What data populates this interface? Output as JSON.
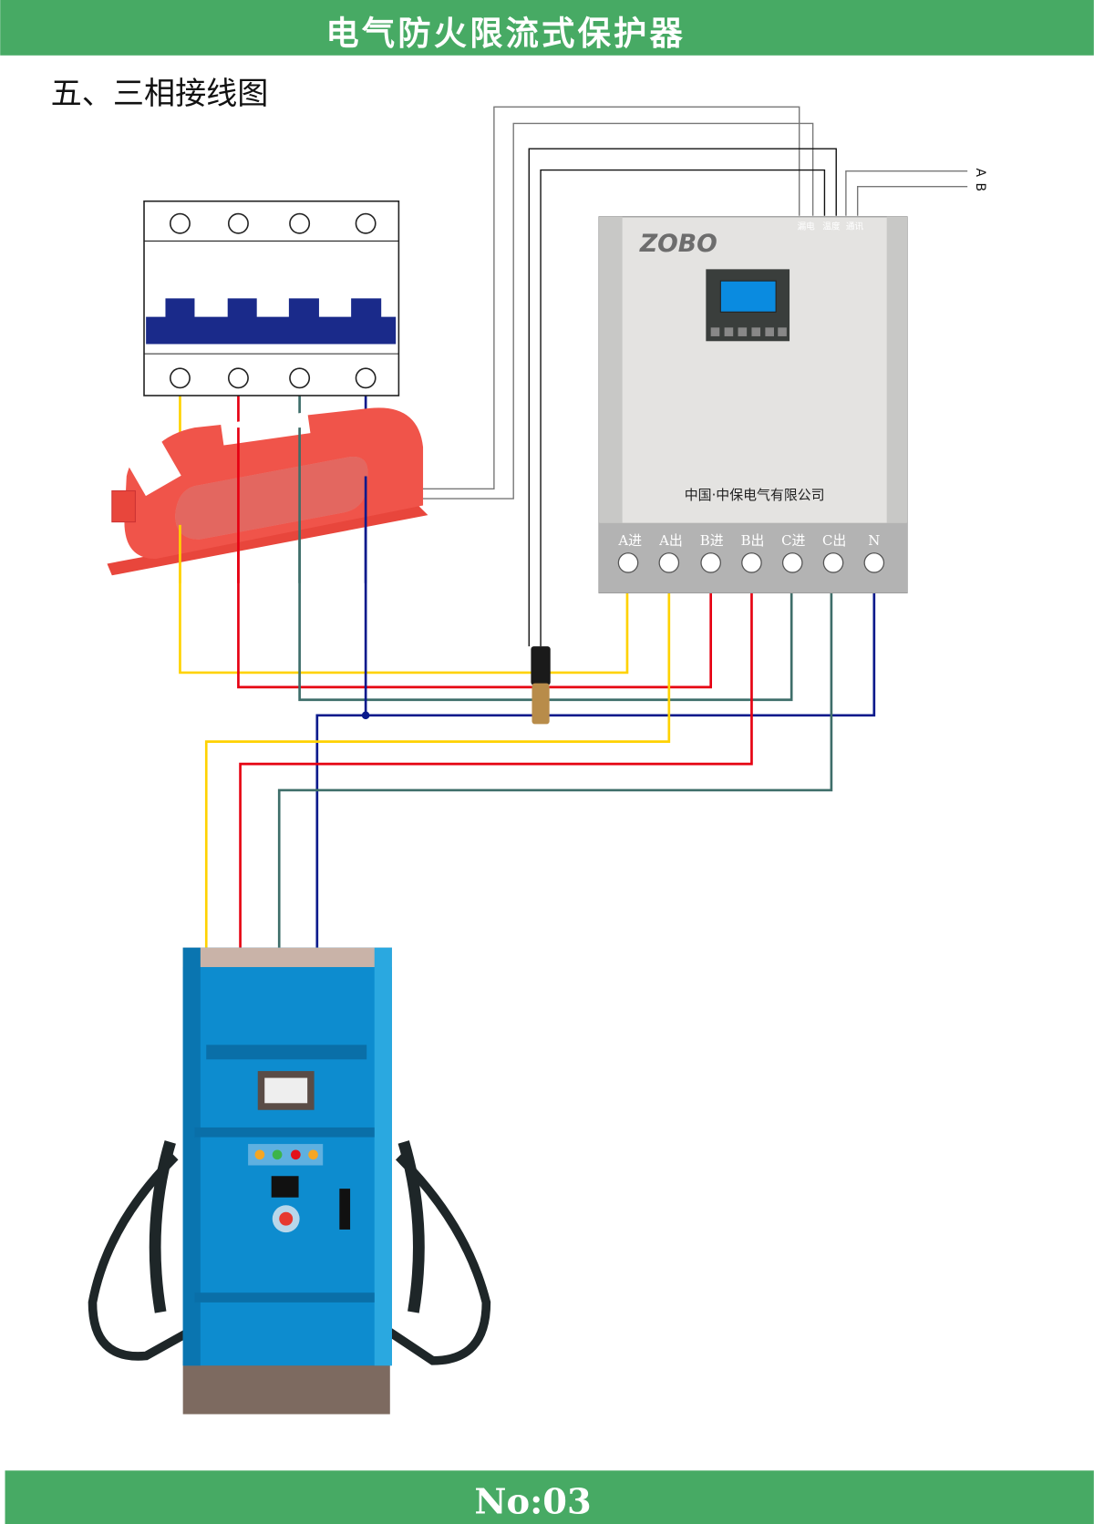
{
  "header": {
    "title": "电气防火限流式保护器"
  },
  "section_title": "五、三相接线图",
  "device": {
    "logo": "ZOBO",
    "top_ports": [
      "漏电",
      "温度",
      "通讯"
    ],
    "company": "中国·中保电气有限公司",
    "terminals": [
      "A进",
      "A出",
      "B进",
      "B出",
      "C进",
      "C出",
      "N"
    ]
  },
  "comm_labels": [
    "A",
    "B"
  ],
  "footer": {
    "page": "No:03"
  },
  "colors": {
    "brand_green": "#47aa64",
    "phase_a": "#ffd200",
    "phase_b": "#e60012",
    "phase_c": "#3e6e6a",
    "neutral": "#0a1a8c",
    "breaker_blue": "#1a2a8a",
    "ct_red": "#f0544a",
    "charger_blue": "#0d8ccf"
  }
}
